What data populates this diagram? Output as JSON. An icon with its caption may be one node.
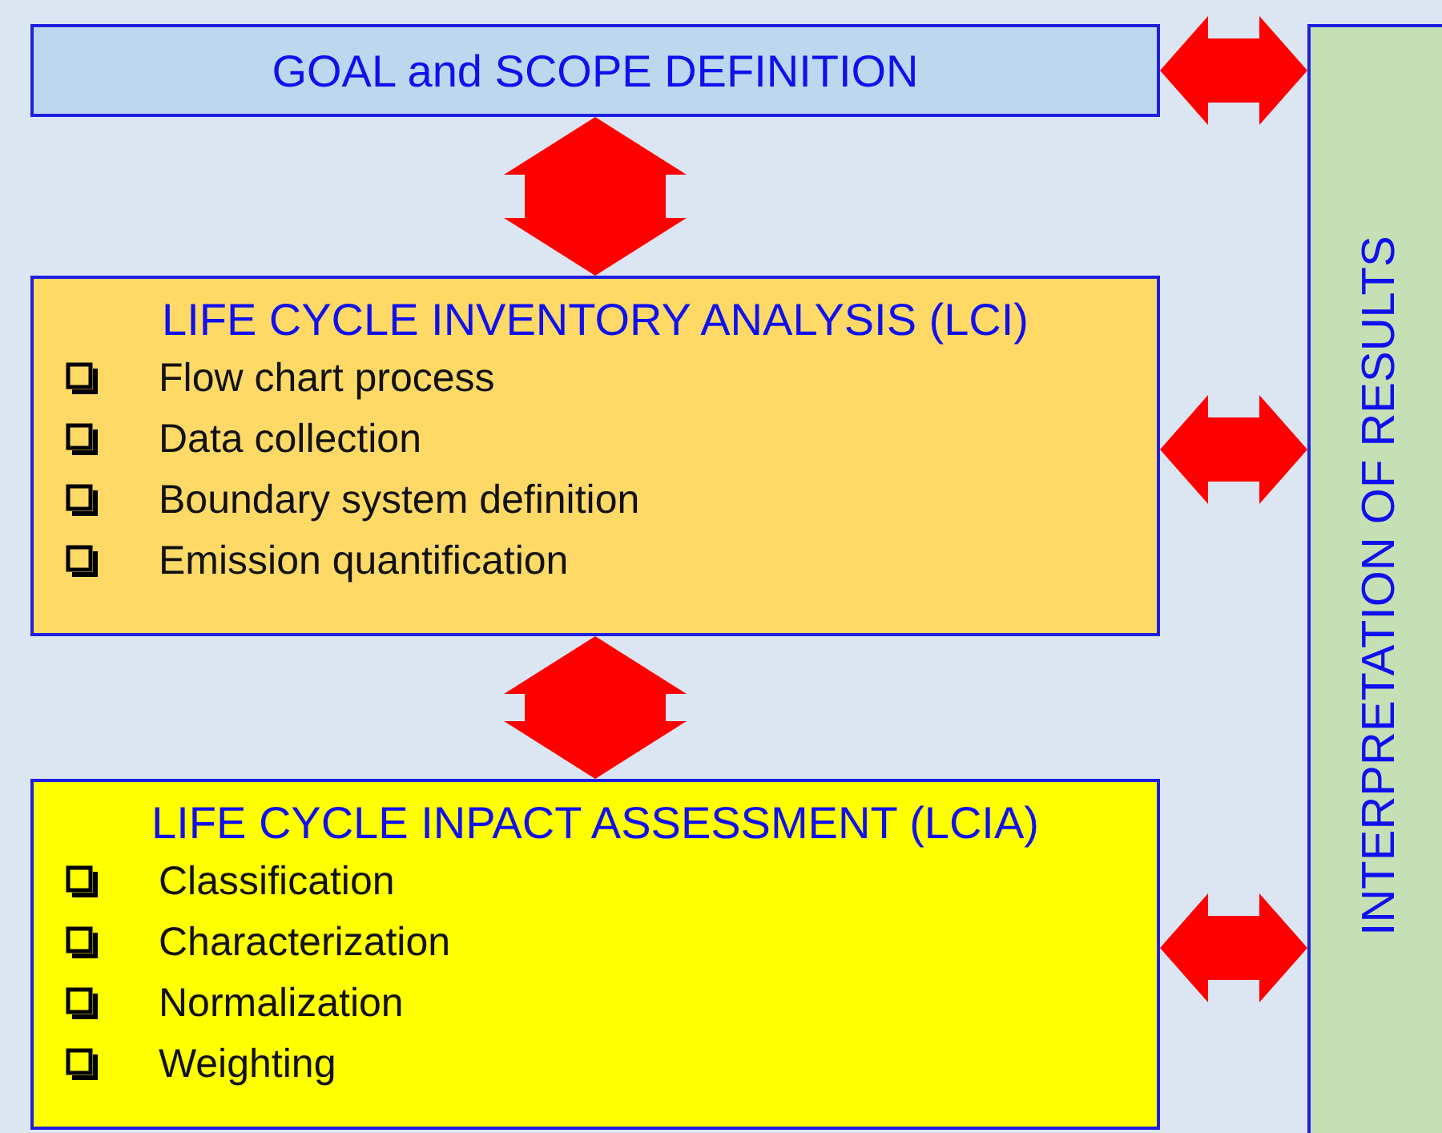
{
  "diagram": {
    "nodes": [
      {
        "text": [
          "GOAL and SCOPE DEFINITION"
        ]
      },
      {
        "text": [
          "LIFE CYCLE INVENTORY ANALYSIS (LCI)",
          "Flow chart process",
          "Data collection",
          "Boundary system definition",
          "Emission quantification"
        ]
      },
      {
        "text": [
          "LIFE CYCLE INPACT ASSESSMENT (LCIA)",
          "Classification",
          "Characterization",
          "Normalization",
          "Weighting"
        ]
      },
      {
        "text": [
          "INTERPRETATION OF RESULTS"
        ]
      }
    ],
    "edges": [
      {
        "from": 0,
        "to": 1,
        "arrow": "both"
      },
      {
        "from": 1,
        "to": 2,
        "arrow": "both"
      },
      {
        "from": 0,
        "to": 3,
        "arrow": "both"
      },
      {
        "from": 1,
        "to": 3,
        "arrow": "both"
      },
      {
        "from": 2,
        "to": 3,
        "arrow": "both"
      }
    ]
  }
}
